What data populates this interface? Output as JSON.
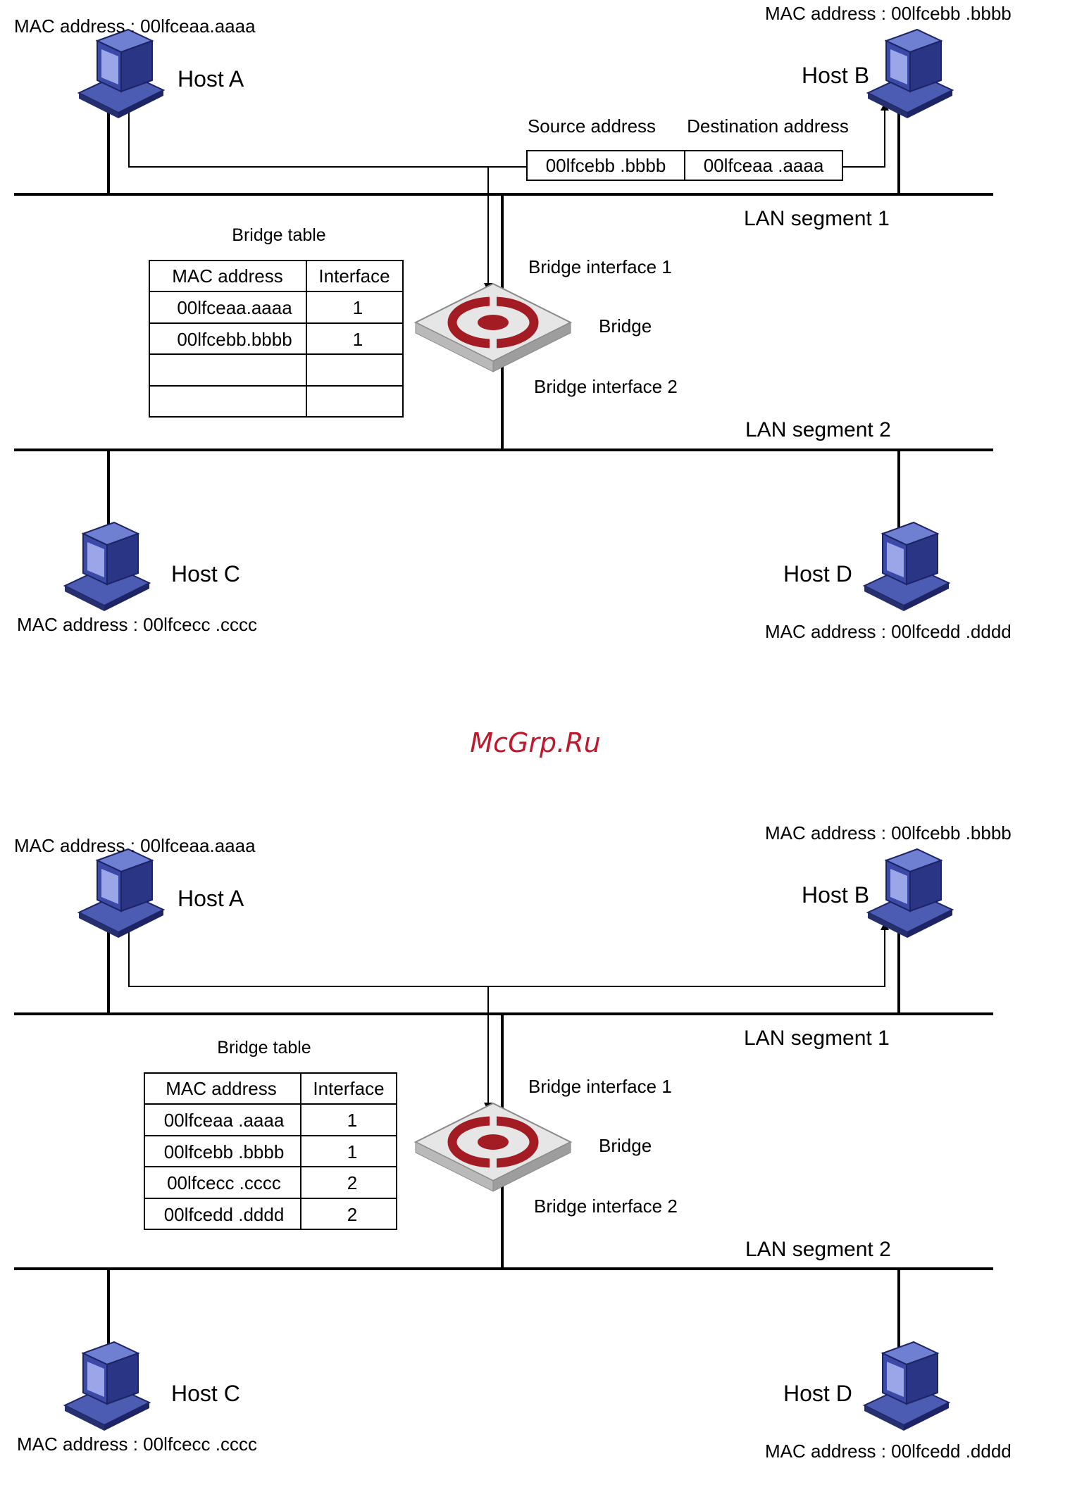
{
  "watermark": "McGrp.Ru",
  "colors": {
    "watermark": "#c0192d",
    "host_body": "#3a4aa0",
    "host_screen": "#1e2a78",
    "bridge_ring": "#a31c24",
    "bridge_box": "#d9d9d9"
  },
  "panels": [
    {
      "host_a": {
        "label": "Host A",
        "mac": "MAC address : 00lfceaa.aaaa"
      },
      "host_b": {
        "label": "Host B",
        "mac": "MAC address : 00lfcebb .bbbb"
      },
      "host_c": {
        "label": "Host C",
        "mac": "MAC address : 00lfcecc .cccc"
      },
      "host_d": {
        "label": "Host D",
        "mac": "MAC address : 00lfcedd .dddd"
      },
      "frame": {
        "source_header": "Source address",
        "dest_header": "Destination address",
        "source_value": "00lfcebb .bbbb",
        "dest_value": "00lfceaa .aaaa"
      },
      "segment1": "LAN segment 1",
      "segment2": "LAN segment 2",
      "bridge": "Bridge",
      "bridge_if1": "Bridge interface 1",
      "bridge_if2": "Bridge interface 2",
      "table": {
        "title": "Bridge table",
        "headers": [
          "MAC address",
          "Interface"
        ],
        "rows": [
          [
            "00lfceaa.aaaa",
            "1"
          ],
          [
            "00lfcebb.bbbb",
            "1"
          ],
          [
            "",
            ""
          ],
          [
            "",
            ""
          ]
        ]
      }
    },
    {
      "host_a": {
        "label": "Host A",
        "mac": "MAC address : 00lfceaa.aaaa"
      },
      "host_b": {
        "label": "Host B",
        "mac": "MAC address : 00lfcebb .bbbb"
      },
      "host_c": {
        "label": "Host C",
        "mac": "MAC address : 00lfcecc .cccc"
      },
      "host_d": {
        "label": "Host D",
        "mac": "MAC address : 00lfcedd .dddd"
      },
      "segment1": "LAN segment 1",
      "segment2": "LAN segment 2",
      "bridge": "Bridge",
      "bridge_if1": "Bridge interface 1",
      "bridge_if2": "Bridge interface 2",
      "table": {
        "title": "Bridge table",
        "headers": [
          "MAC address",
          "Interface"
        ],
        "rows": [
          [
            "00lfceaa .aaaa",
            "1"
          ],
          [
            "00lfcebb .bbbb",
            "1"
          ],
          [
            "00lfcecc .cccc",
            "2"
          ],
          [
            "00lfcedd .dddd",
            "2"
          ]
        ]
      }
    }
  ]
}
